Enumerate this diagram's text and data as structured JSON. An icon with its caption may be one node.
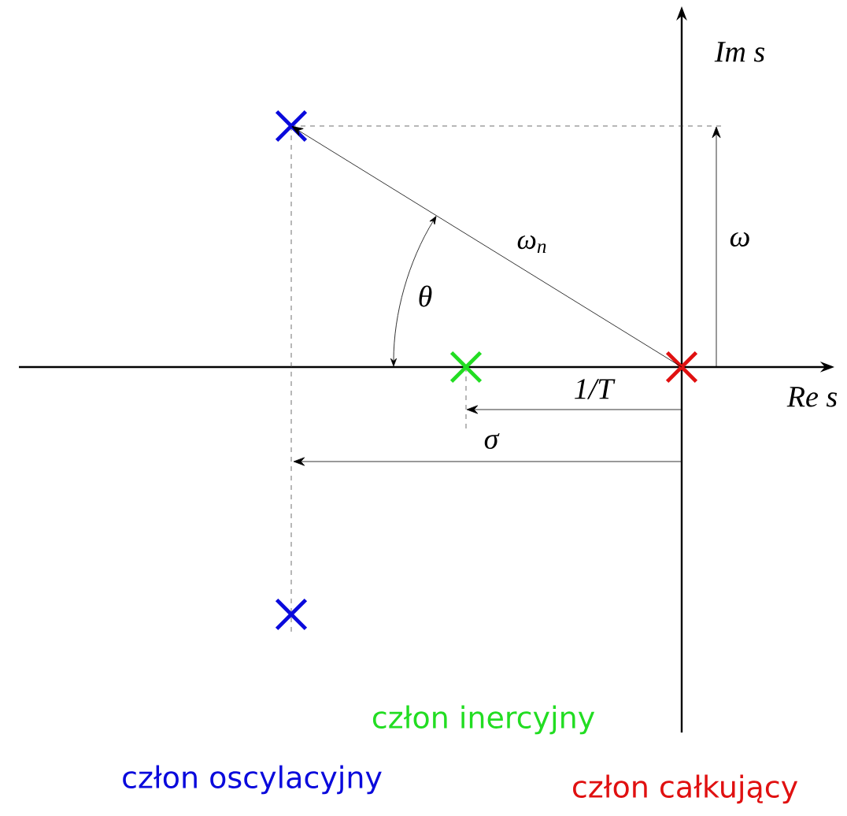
{
  "diagram": {
    "nodes": [
      {
        "text": [],
        "shape": "cross"
      },
      {
        "text": [],
        "shape": "cross"
      },
      {
        "text": [],
        "shape": "cross"
      },
      {
        "text": [],
        "shape": "cross"
      }
    ],
    "edges": [
      {
        "from": 2,
        "to": 0,
        "arrow": "to",
        "label": "ω$_{n}$"
      }
    ],
    "labels": [
      "Im s",
      "ω",
      "θ",
      "1/T",
      "Re s",
      "σ",
      "człon inercyjny",
      "człon oscylacyjny",
      "człon całkujący"
    ]
  }
}
